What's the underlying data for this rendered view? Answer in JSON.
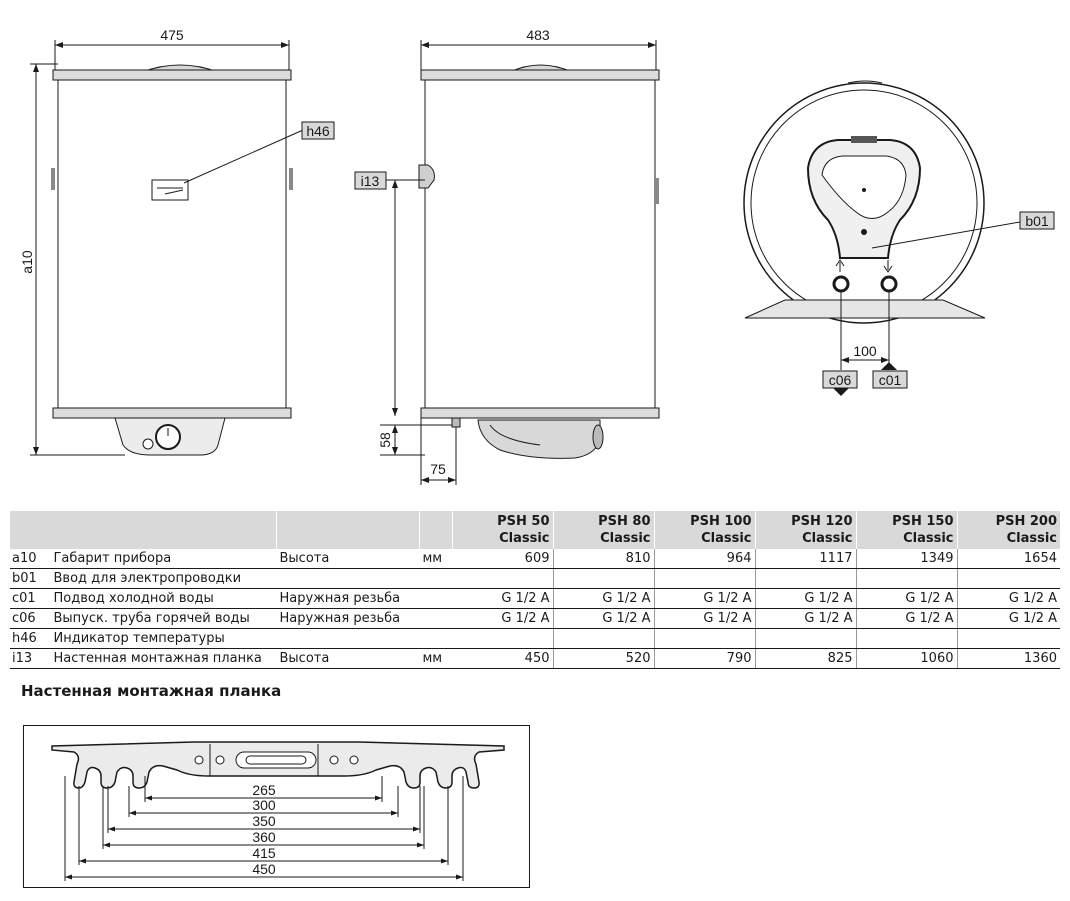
{
  "dimensions": {
    "front_width": "475",
    "side_width": "483",
    "height_label": "a10",
    "bottom_offset": "58",
    "bracket_offset": "75",
    "pipe_spacing": "100"
  },
  "callouts": {
    "h46": "h46",
    "i13": "i13",
    "b01": "b01",
    "c06": "c06",
    "c01": "c01"
  },
  "table": {
    "models": [
      {
        "line1": "PSH 50",
        "line2": "Classic"
      },
      {
        "line1": "PSH 80",
        "line2": "Classic"
      },
      {
        "line1": "PSH 100",
        "line2": "Classic"
      },
      {
        "line1": "PSH 120",
        "line2": "Classic"
      },
      {
        "line1": "PSH 150",
        "line2": "Classic"
      },
      {
        "line1": "PSH 200",
        "line2": "Classic"
      }
    ],
    "rows": [
      {
        "code": "a10",
        "name": "Габарит прибора",
        "param": "Высота",
        "unit": "мм",
        "values": [
          "609",
          "810",
          "964",
          "1117",
          "1349",
          "1654"
        ]
      },
      {
        "code": "b01",
        "name": "Ввод для электропроводки",
        "param": "",
        "unit": "",
        "values": [
          "",
          "",
          "",
          "",
          "",
          ""
        ]
      },
      {
        "code": "c01",
        "name": "Подвод холодной воды",
        "param": "Наружная резьба",
        "unit": "",
        "values": [
          "G 1/2 A",
          "G 1/2 A",
          "G 1/2 A",
          "G 1/2 A",
          "G 1/2 A",
          "G 1/2 A"
        ]
      },
      {
        "code": "c06",
        "name": "Выпуск. труба горячей воды",
        "param": "Наружная резьба",
        "unit": "",
        "values": [
          "G 1/2 A",
          "G 1/2 A",
          "G 1/2 A",
          "G 1/2 A",
          "G 1/2 A",
          "G 1/2 A"
        ]
      },
      {
        "code": "h46",
        "name": "Индикатор температуры",
        "param": "",
        "unit": "",
        "values": [
          "",
          "",
          "",
          "",
          "",
          ""
        ]
      },
      {
        "code": "i13",
        "name": "Настенная монтажная планка",
        "param": "Высота",
        "unit": "мм",
        "values": [
          "450",
          "520",
          "790",
          "825",
          "1060",
          "1360"
        ]
      }
    ]
  },
  "plate": {
    "title": "Настенная монтажная планка",
    "dims": [
      "265",
      "300",
      "350",
      "360",
      "415",
      "450"
    ]
  }
}
